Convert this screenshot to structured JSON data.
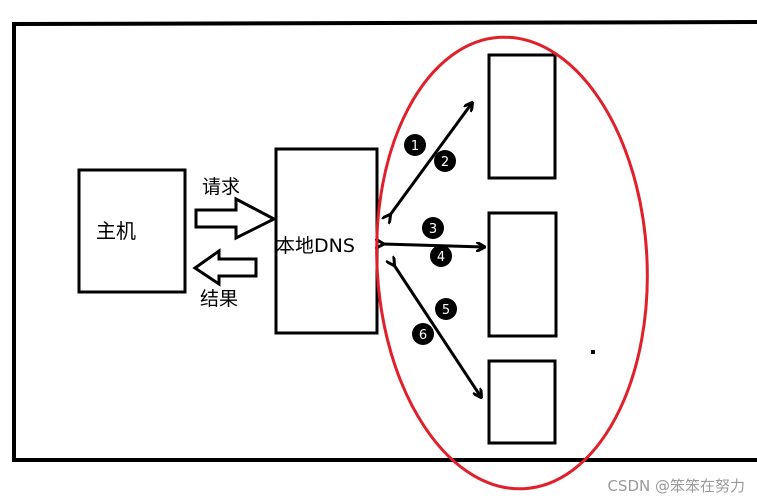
{
  "host_label": "主机",
  "local_dns_label": "本地DNS",
  "request_label": "请求",
  "result_label": "结果",
  "steps": [
    "1",
    "2",
    "3",
    "4",
    "5",
    "6"
  ],
  "accent_color": "#e0202a",
  "watermark": "CSDN @笨笨在努力"
}
